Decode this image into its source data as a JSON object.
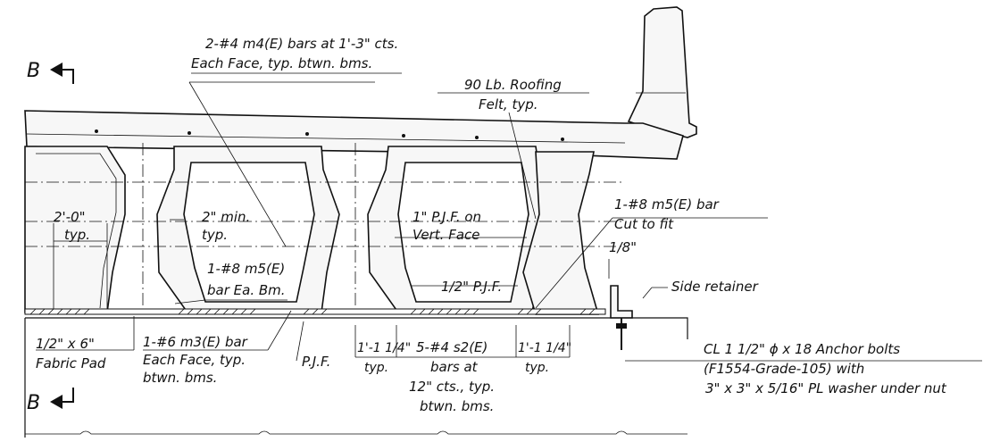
{
  "section_cut": {
    "letter_top": "B",
    "letter_bottom": "B"
  },
  "labels": {
    "m4_bars_line1": "2-#4 m4(E) bars at 1'-3\" cts.",
    "m4_bars_line2": "Each Face, typ. btwn. bms.",
    "roofing_line1": "90 Lb. Roofing",
    "roofing_line2": "Felt, typ.",
    "m5_cut_line1": "1-#8 m5(E) bar",
    "m5_cut_line2": "Cut to fit",
    "dim_2ft_line1": "2'-0\"",
    "dim_2ft_line2": "typ.",
    "dim_2in_line1": "2\" min.",
    "dim_2in_line2": "typ.",
    "pjf_vert_line1": "1\" P.J.F. on",
    "pjf_vert_line2": "Vert. Face",
    "m5_ea_line1": "1-#8 m5(E)",
    "m5_ea_line2": "bar Ea. Bm.",
    "pjf_half": "1/2\" P.J.F.",
    "eighth": "1/8\"",
    "side_retainer": "Side retainer",
    "fabric_line1": "1/2\" x 6\"",
    "fabric_line2": "Fabric Pad",
    "m3_line1": "1-#6 m3(E) bar",
    "m3_line2": "Each Face, typ.",
    "m3_line3": "btwn. bms.",
    "pjf": "P.J.F.",
    "dim_left_line1": "1'-1 1/4\"",
    "dim_left_line2": "typ.",
    "s2_line1": "5-#4 s2(E)",
    "s2_line2": "bars at",
    "s2_line3": "12\" cts., typ.",
    "s2_line4": "btwn. bms.",
    "dim_right_line1": "1'-1 1/4\"",
    "dim_right_line2": "typ.",
    "anchor_line1": "CL 1 1/2\" ϕ x 18 Anchor bolts",
    "anchor_line2": "(F1554-Grade-105) with",
    "anchor_line3": "3\" x 3\" x 5/16\" PL washer under nut"
  }
}
